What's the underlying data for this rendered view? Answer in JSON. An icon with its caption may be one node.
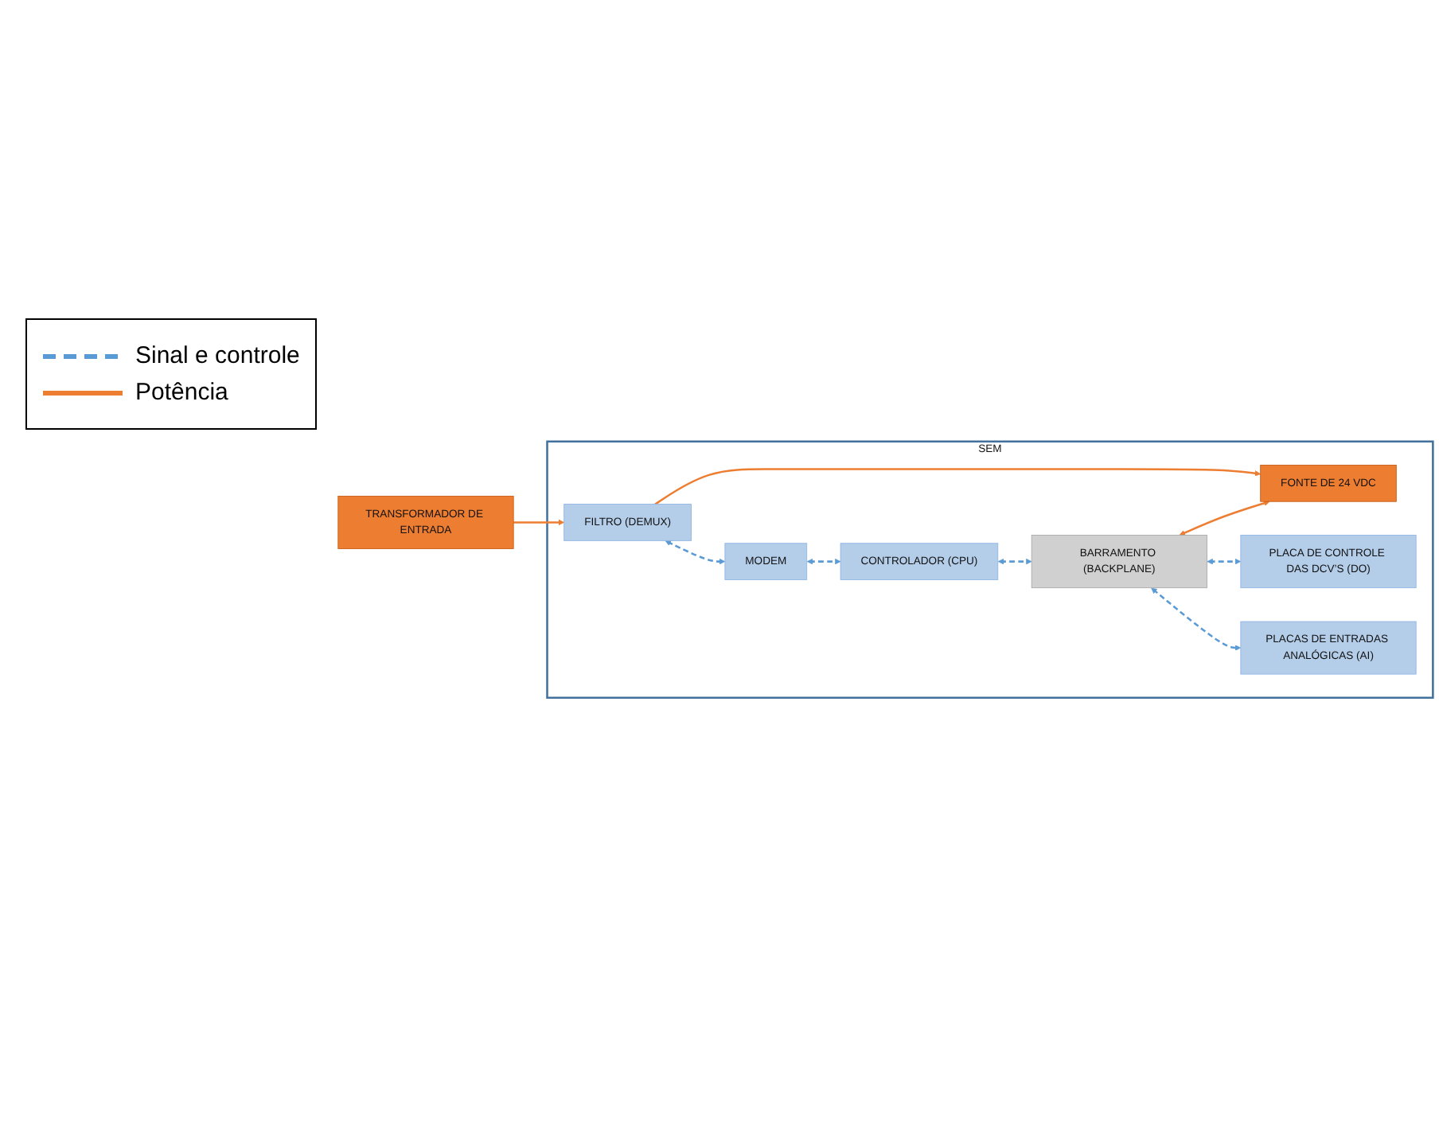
{
  "diagram": {
    "nodes": [
      {
        "text": [
          "TRANSFORMADOR DE ENTRADA"
        ]
      },
      {
        "text": [
          "SEM"
        ]
      },
      {
        "text": [
          "FILTRO (DEMUX)"
        ],
        "in": 1
      },
      {
        "text": [
          "FONTE DE 24 VDC"
        ],
        "in": 1
      },
      {
        "text": [
          "MODEM"
        ],
        "in": 1
      },
      {
        "text": [
          "BARRAMENTO (BACKPLANE)"
        ],
        "in": 1
      },
      {
        "text": [
          "PLACA DE CONTROLE DAS DCV’S (DO)"
        ],
        "in": 1
      },
      {
        "text": [
          "CONTROLADOR (CPU)"
        ],
        "in": 1
      },
      {
        "text": [
          "PLACAS DE ENTRADAS ANALÓGICAS (AI)"
        ],
        "in": 1
      }
    ],
    "edges": [
      {
        "from": 0,
        "to": 2,
        "arrow": "to",
        "color": "#ed7d31"
      },
      {
        "from": 2,
        "to": 3,
        "arrow": "to",
        "color": "#ed7d31"
      },
      {
        "from": 5,
        "to": 3,
        "arrow": "both",
        "color": "#ed7d31"
      },
      {
        "from": 2,
        "to": 4,
        "arrow": "both",
        "style": "dashed"
      },
      {
        "from": 4,
        "to": 7,
        "arrow": "both",
        "style": "dashed"
      },
      {
        "from": 7,
        "to": 5,
        "arrow": "both",
        "style": "dashed"
      },
      {
        "from": 5,
        "to": 6,
        "arrow": "both",
        "style": "dashed"
      },
      {
        "from": 5,
        "to": 8,
        "arrow": "both",
        "style": "dashed"
      }
    ],
    "legend": [
      {
        "text": "Sinal e controle"
      },
      {
        "text": "Potência"
      }
    ]
  }
}
